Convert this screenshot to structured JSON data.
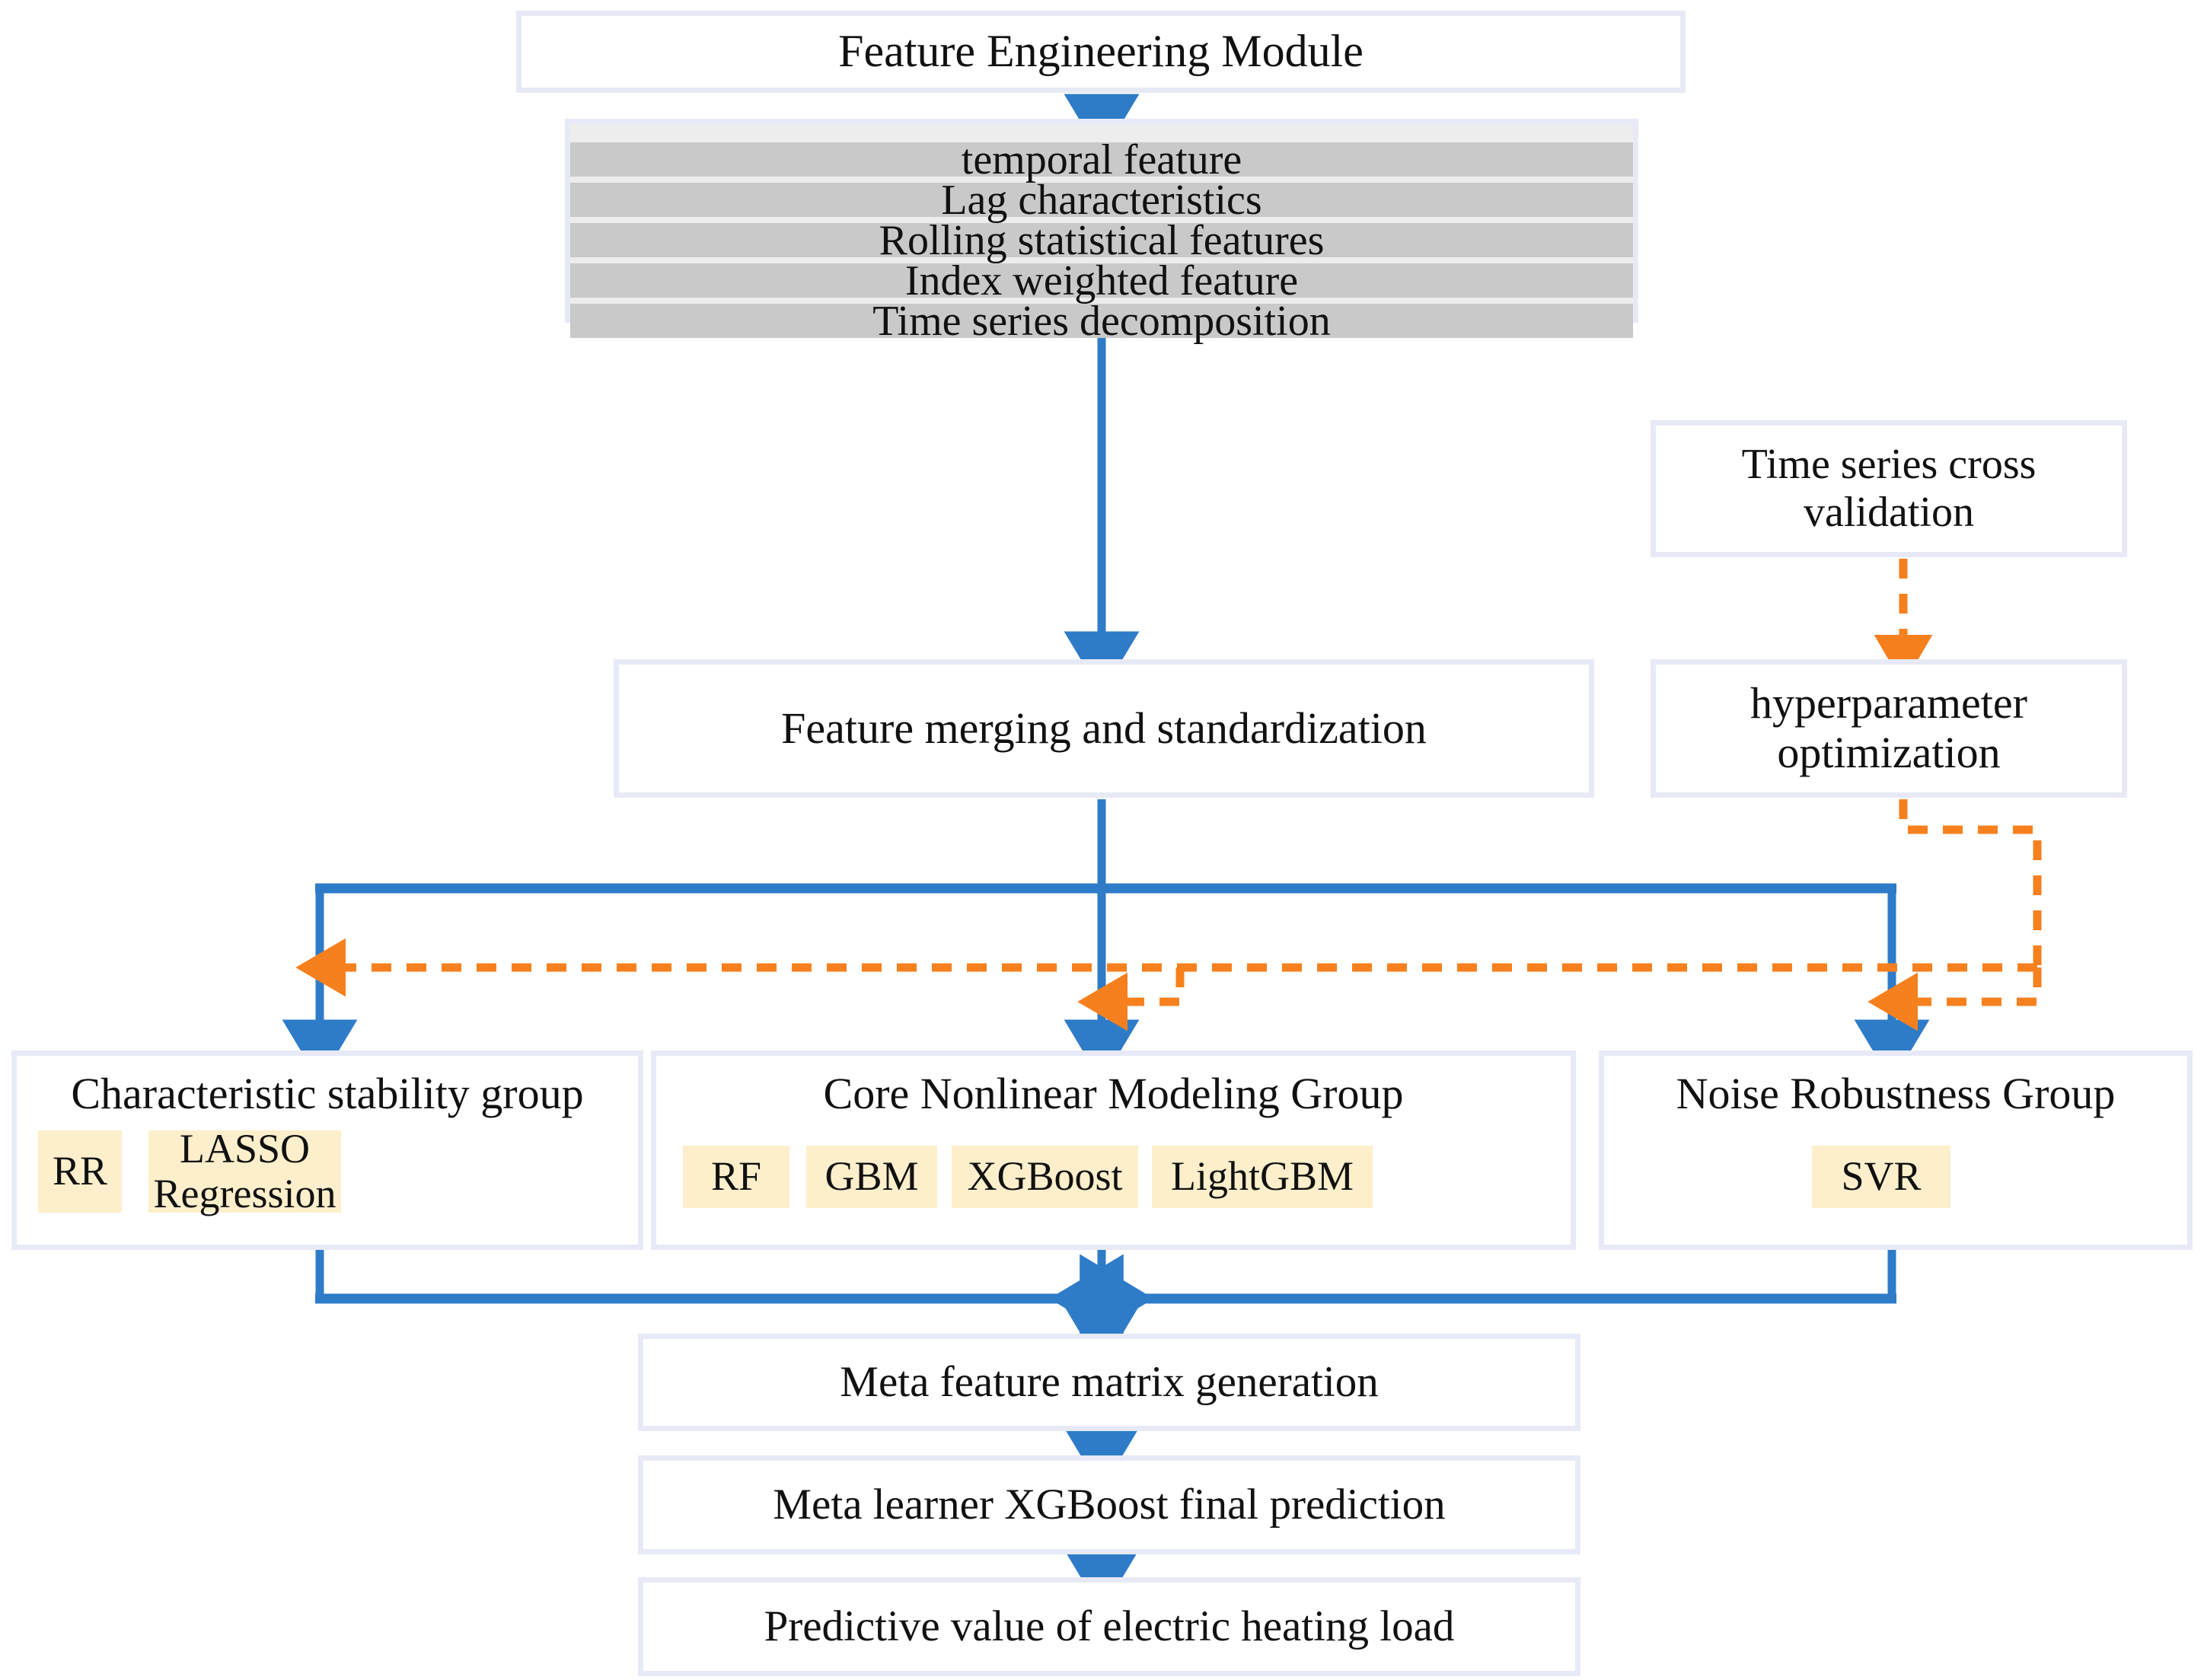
{
  "diagram": {
    "title": "Feature Engineering Module",
    "colors": {
      "flow_blue": "#2E7CC8",
      "feedback_orange": "#F7801E",
      "node_border": "#E7EAF6",
      "band_outer": "#EDEDED",
      "band_inner": "#C9C9C9",
      "chip_fill": "#FDEFCB",
      "text": "#111111"
    }
  },
  "header": {
    "label": "Feature Engineering Module"
  },
  "feature_stack": {
    "items": [
      "temporal feature",
      "Lag characteristics",
      "Rolling statistical features",
      "Index weighted feature",
      "Time series decomposition"
    ]
  },
  "nodes": {
    "time_series_cv": "Time series cross validation",
    "feature_merge": "Feature merging and standardization",
    "hyperparameter_opt": "hyperparameter optimization",
    "meta_matrix": "Meta feature matrix generation",
    "meta_learner": "Meta learner XGBoost final prediction",
    "final_output": "Predictive value of electric heating load"
  },
  "groups": [
    {
      "title": "Characteristic stability group",
      "models": [
        "RR",
        "LASSO Regression"
      ]
    },
    {
      "title": "Core Nonlinear Modeling Group",
      "models": [
        "RF",
        "GBM",
        "XGBoost",
        "LightGBM"
      ]
    },
    {
      "title": "Noise Robustness Group",
      "models": [
        "SVR"
      ]
    }
  ],
  "edges": {
    "solid_flow": [
      "Feature Engineering Module -> feature stack",
      "feature stack -> Feature merging and standardization",
      "Feature merging and standardization -> Characteristic stability group",
      "Feature merging and standardization -> Core Nonlinear Modeling Group",
      "Feature merging and standardization -> Noise Robustness Group",
      "Characteristic stability group -> Meta feature matrix generation",
      "Core Nonlinear Modeling Group -> Meta feature matrix generation",
      "Noise Robustness Group -> Meta feature matrix generation",
      "Meta feature matrix generation -> Meta learner XGBoost final prediction",
      "Meta learner XGBoost final prediction -> Predictive value of electric heating load"
    ],
    "dashed_feedback": [
      "Time series cross validation -> hyperparameter optimization",
      "hyperparameter optimization -> Characteristic stability group",
      "hyperparameter optimization -> Core Nonlinear Modeling Group",
      "hyperparameter optimization -> Noise Robustness Group"
    ]
  }
}
